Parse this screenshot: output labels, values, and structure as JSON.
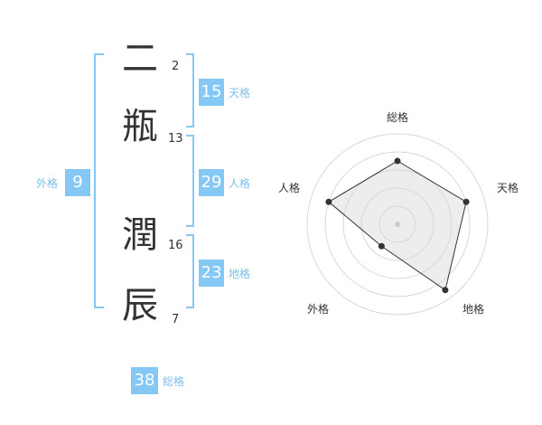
{
  "name": {
    "chars": [
      {
        "char": "二",
        "strokes": "2"
      },
      {
        "char": "瓶",
        "strokes": "13"
      },
      {
        "char": "潤",
        "strokes": "16"
      },
      {
        "char": "辰",
        "strokes": "7"
      }
    ]
  },
  "fortune": {
    "tenkaku": {
      "value": "15",
      "label": "天格"
    },
    "jinkaku": {
      "value": "29",
      "label": "人格"
    },
    "chikaku": {
      "value": "23",
      "label": "地格"
    },
    "gaikaku": {
      "value": "9",
      "label": "外格"
    },
    "soukaku": {
      "value": "38",
      "label": "総格"
    }
  },
  "colors": {
    "accent": "#85c8f5",
    "label": "#7bbfea",
    "text": "#333333",
    "radar_fill": "#f0f0f0"
  },
  "chart_data": {
    "type": "radar",
    "axes": [
      "総格",
      "天格",
      "地格",
      "外格",
      "人格"
    ],
    "values": [
      3.5,
      4,
      4.5,
      1.5,
      4
    ],
    "range": [
      0,
      5
    ]
  }
}
